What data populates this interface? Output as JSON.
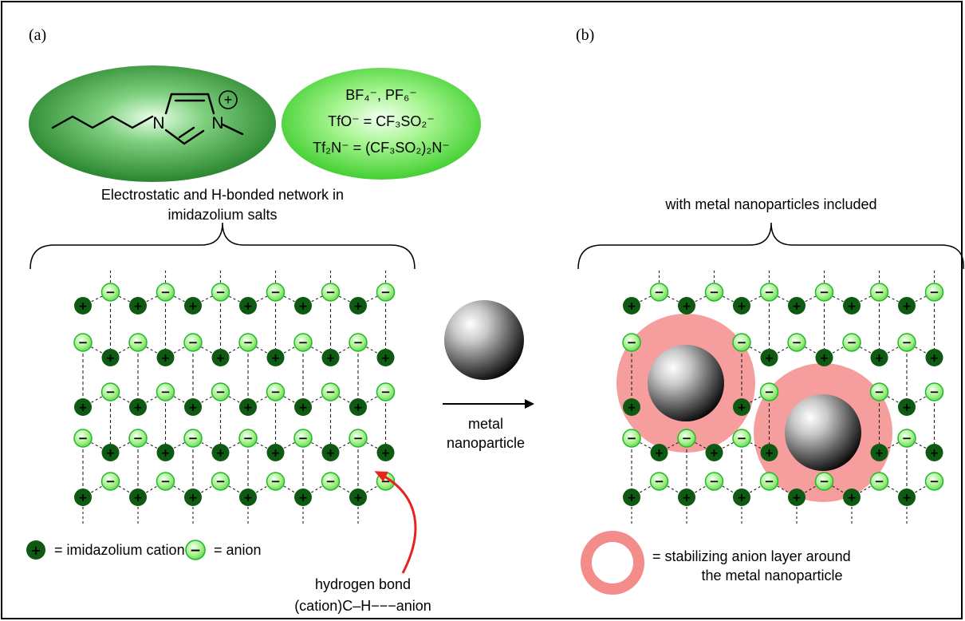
{
  "panel_a": {
    "label": "(a)",
    "anion_list": {
      "line1": "BF₄⁻, PF₆⁻",
      "line2": "TfO⁻ = CF₃SO₂⁻",
      "line3": "Tf₂N⁻ = (CF₃SO₂)₂N⁻"
    },
    "cation_atoms": {
      "n1": "N",
      "n3": "N",
      "charge": "+"
    },
    "network_title_line1": "Electrostatic and H-bonded network in",
    "network_title_line2": "imidazolium salts",
    "legend_cation_text": "= imidazolium cation",
    "legend_anion_text": "= anion",
    "hbond_line1": "hydrogen bond",
    "hbond_line2": "(cation)C–H−−−anion"
  },
  "arrow": {
    "line1": "metal",
    "line2": "nanoparticle"
  },
  "panel_b": {
    "label": "(b)",
    "title": "with metal nanoparticles included",
    "legend_line1": "= stabilizing anion layer around",
    "legend_line2": "the metal nanoparticle"
  },
  "symbols": {
    "plus": "+",
    "minus": "−"
  },
  "colors": {
    "cation": "#0e5a12",
    "anion_fill": "#a8f08c",
    "anion_stroke": "#22b82a",
    "stabilizing_layer": "#f48c8c",
    "hbond_arrow": "#e8221c"
  }
}
